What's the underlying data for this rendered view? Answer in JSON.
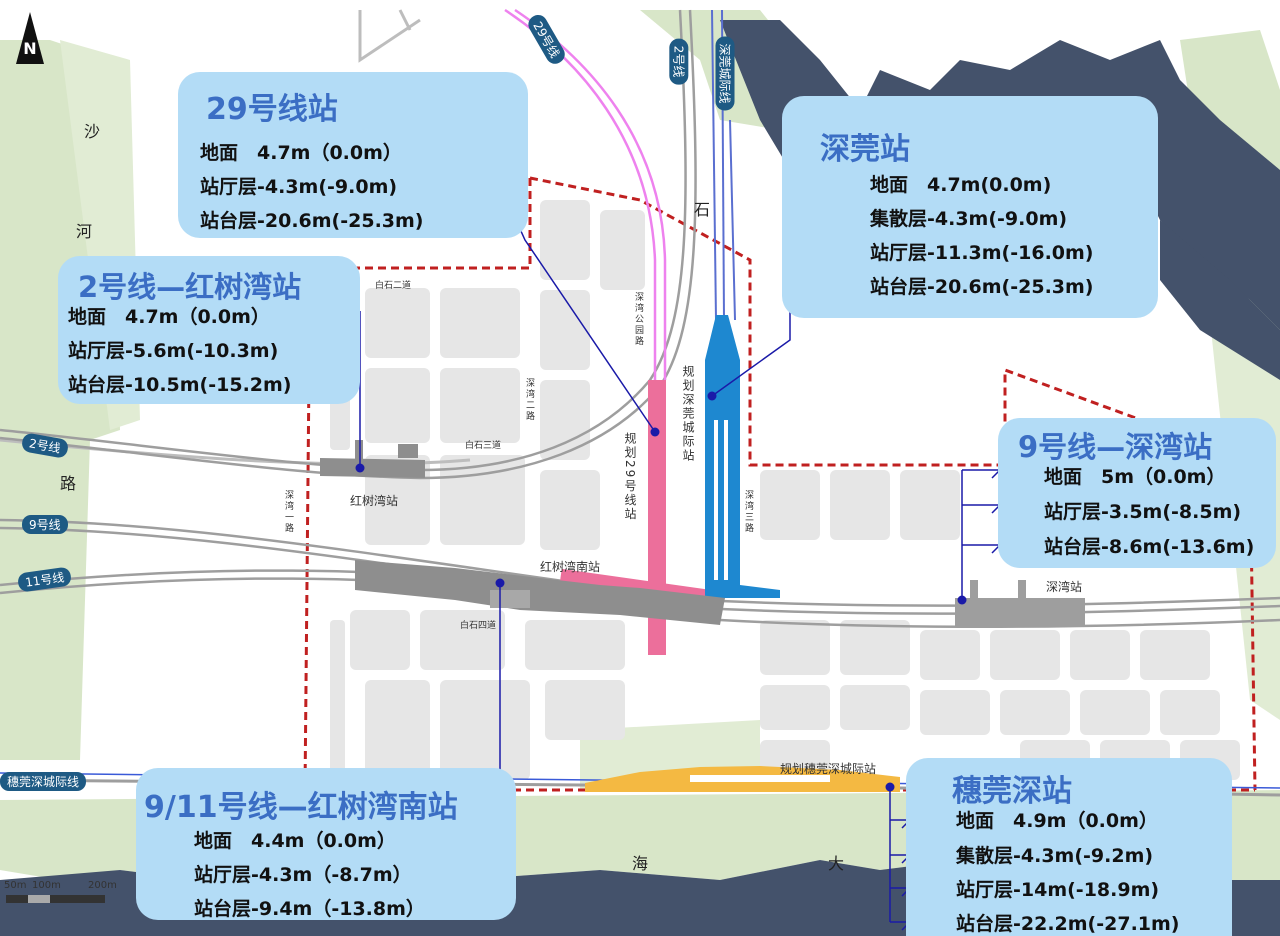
{
  "compass": {
    "letter": "N"
  },
  "cards": {
    "line29": {
      "title": "29号线站",
      "rows": [
        "地面　4.7m（0.0m）",
        "站厅层-4.3m(-9.0m)",
        "站台层-20.6m(-25.3m)"
      ]
    },
    "sg": {
      "title": "深莞站",
      "rows": [
        "地面　4.7m(0.0m)",
        "集散层-4.3m(-9.0m)",
        "站厅层-11.3m(-16.0m)",
        "站台层-20.6m(-25.3m)"
      ]
    },
    "l2": {
      "title": "2号线—红树湾站",
      "rows": [
        "地面　4.7m（0.0m）",
        "站厅层-5.6m(-10.3m)",
        "站台层-10.5m(-15.2m)"
      ]
    },
    "l9": {
      "title": "9号线—深湾站",
      "rows": [
        "地面　5m（0.0m）",
        "站厅层-3.5m(-8.5m)",
        "站台层-8.6m(-13.6m)"
      ]
    },
    "l911": {
      "title": "9/11号线—红树湾南站",
      "rows": [
        "地面　4.4m（0.0m）",
        "站厅层-4.3m（-8.7m）",
        "站台层-9.4m（-13.8m）"
      ]
    },
    "sgs": {
      "title": "穗莞深站",
      "rows": [
        "地面　4.9m（0.0m）",
        "集散层-4.3m(-9.2m)",
        "站厅层-14m(-18.9m)",
        "站台层-22.2m(-27.1m)"
      ]
    }
  },
  "lines": {
    "l29": "29号线",
    "l2v": "2号线",
    "sgc": "深莞城际线",
    "l2": "2号线",
    "l9": "9号线",
    "l11": "11号线",
    "sgsl": "穗莞深城际线"
  },
  "labels": {
    "sha": "沙",
    "he": "河",
    "lu": "路",
    "shi": "石",
    "hai": "海",
    "da": "大",
    "hsw": "红树湾站",
    "hswn": "红树湾南站",
    "shenwan": "深湾站",
    "plan29": "规划29号线站",
    "plansg": "规划深莞城际站",
    "plansgs": "规划穗莞深城际站",
    "bs2": "白石二道",
    "bs3": "白石三道",
    "bs4": "白石四道",
    "sw1": "深湾一路",
    "sw2": "深湾二路",
    "sw3": "深湾三路",
    "swpark": "深湾公园路"
  },
  "scale": {
    "s50": "50m",
    "s100": "100m",
    "s200": "200m"
  },
  "colors": {
    "card_bg": "#b3dcf6",
    "title_blue": "#3b6ec4",
    "leader": "#1a1aa8",
    "line29": "#ee82ee",
    "station29": "#ec6f9b",
    "stationSG": "#1e88d0",
    "stationSGS": "#f4b942",
    "water": "#44526b",
    "park": "#d8e6c8",
    "block": "#e6e6e6",
    "boundary": "#c02020"
  }
}
